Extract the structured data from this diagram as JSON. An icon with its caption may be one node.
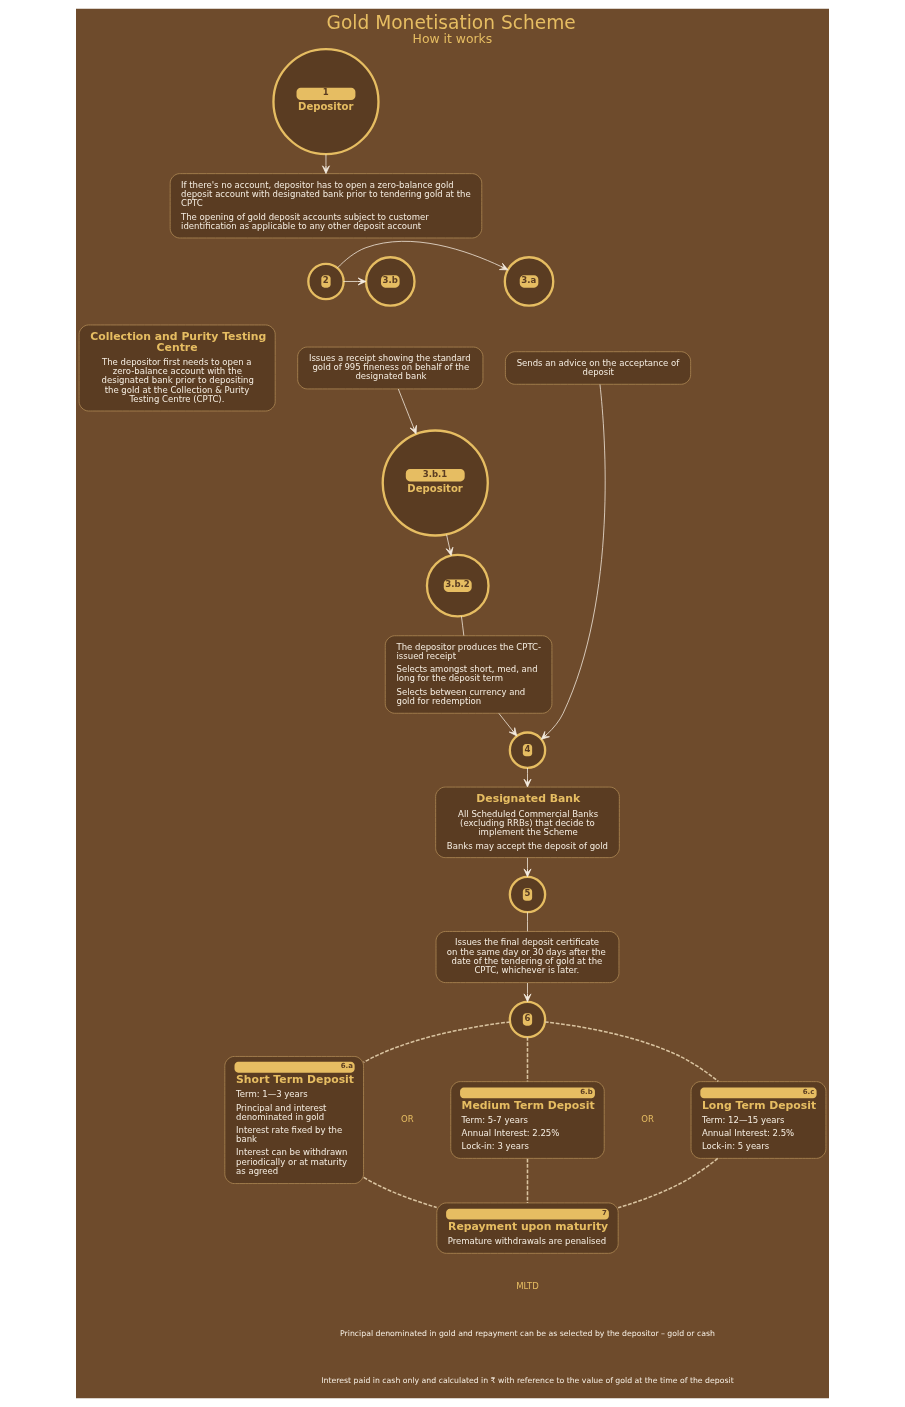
{
  "diagram": {
    "title": "Gold Monetisation Scheme",
    "caption": "How it works",
    "nodes": [
      {
        "text": [
          "1",
          "Depositor"
        ]
      },
      {
        "text": [
          "If there's no account, depositor has to open a zero-balance gold deposit account with designated bank prior to tendering gold at the CPTC",
          "The opening of gold deposit accounts subject to customer identification as applicable to any other deposit account"
        ]
      },
      {
        "text": [
          "2"
        ]
      },
      {
        "text": [
          "3.a"
        ]
      },
      {
        "text": [
          "3.b"
        ]
      },
      {
        "text": [
          "Sends an advice on the acceptance of deposit"
        ]
      },
      {
        "text": [
          "Collection and Purity Testing Centre",
          "The depositor first needs to open a zero-balance account with the designated bank prior to depositing the gold at the Collection & Purity Testing Centre (CPTC)."
        ]
      },
      {
        "text": [
          "Issues a receipt showing the standard gold of 995 fineness on behalf of the designated bank"
        ]
      },
      {
        "text": [
          "3.b.1",
          "Depositor"
        ]
      },
      {
        "text": [
          "3.b.2"
        ]
      },
      {
        "text": [
          "The depositor produces the CPTC-issued receipt",
          "Selects amongst short, med, and long for the deposit term",
          "Selects between currency and gold for redemption"
        ]
      },
      {
        "text": [
          "4"
        ]
      },
      {
        "text": [
          "Designated Bank",
          "All Scheduled Commercial Banks (excluding RRBs) that decide to implement the Scheme",
          "Banks may accept the deposit of gold"
        ]
      },
      {
        "text": [
          "5"
        ]
      },
      {
        "text": [
          "Issues the final deposit certificate on the same day or 30 days after the date of the tendering of gold at the CPTC, whichever is later."
        ]
      },
      {
        "text": [
          "6"
        ]
      },
      {
        "text": [
          "6.a",
          "Short Term Deposit",
          "Term: 1—3 years",
          "Principal and interest denominated in gold",
          "Interest rate fixed by the bank",
          "Interest can be withdrawn periodically or at maturity as agreed"
        ]
      },
      {
        "text": [
          "6.b",
          "Medium Term Deposit",
          "Term: 5-7 years",
          "Annual Interest: 2.25%",
          "Lock-in: 3 years"
        ]
      },
      {
        "text": [
          "6.c",
          "Long Term Deposit",
          "Term: 12—15 years",
          "Annual Interest: 2.5%",
          "Lock-in: 5 years"
        ]
      },
      {
        "text": [
          "7",
          "Repayment upon maturity",
          "Premature withdrawals are penalised"
        ]
      }
    ],
    "edges": [
      {
        "from": 0,
        "to": 1,
        "arrow": "to"
      },
      {
        "from": 2,
        "to": 3,
        "arrow": "to"
      },
      {
        "from": 2,
        "to": 4,
        "arrow": "to"
      },
      {
        "from": 5,
        "to": 11,
        "arrow": "to"
      },
      {
        "from": 7,
        "to": 8,
        "arrow": "to"
      },
      {
        "from": 8,
        "to": 9,
        "arrow": "to"
      },
      {
        "from": 9,
        "to": 10,
        "arrow": "none"
      },
      {
        "from": 10,
        "to": 11,
        "arrow": "to"
      },
      {
        "from": 11,
        "to": 12,
        "arrow": "to"
      },
      {
        "from": 12,
        "to": 13,
        "arrow": "to"
      },
      {
        "from": 13,
        "to": 14,
        "arrow": "none"
      },
      {
        "from": 14,
        "to": 15,
        "arrow": "to"
      },
      {
        "from": 15,
        "to": 16,
        "arrow": "none",
        "style": "dashed"
      },
      {
        "from": 15,
        "to": 17,
        "arrow": "none",
        "style": "dashed"
      },
      {
        "from": 15,
        "to": 18,
        "arrow": "none",
        "style": "dashed"
      },
      {
        "from": 16,
        "to": 19,
        "arrow": "none",
        "style": "dashed"
      },
      {
        "from": 17,
        "to": 19,
        "arrow": "none",
        "style": "dashed"
      },
      {
        "from": 18,
        "to": 19,
        "arrow": "none",
        "style": "dashed"
      }
    ],
    "labels": [
      "OR",
      "OR",
      "MLTD",
      "Principal denominated in gold and repayment can be as selected by the depositor – gold or cash",
      "Interest paid in cash only and calculated in ₹ with reference to the value of gold at the time of the deposit"
    ]
  }
}
